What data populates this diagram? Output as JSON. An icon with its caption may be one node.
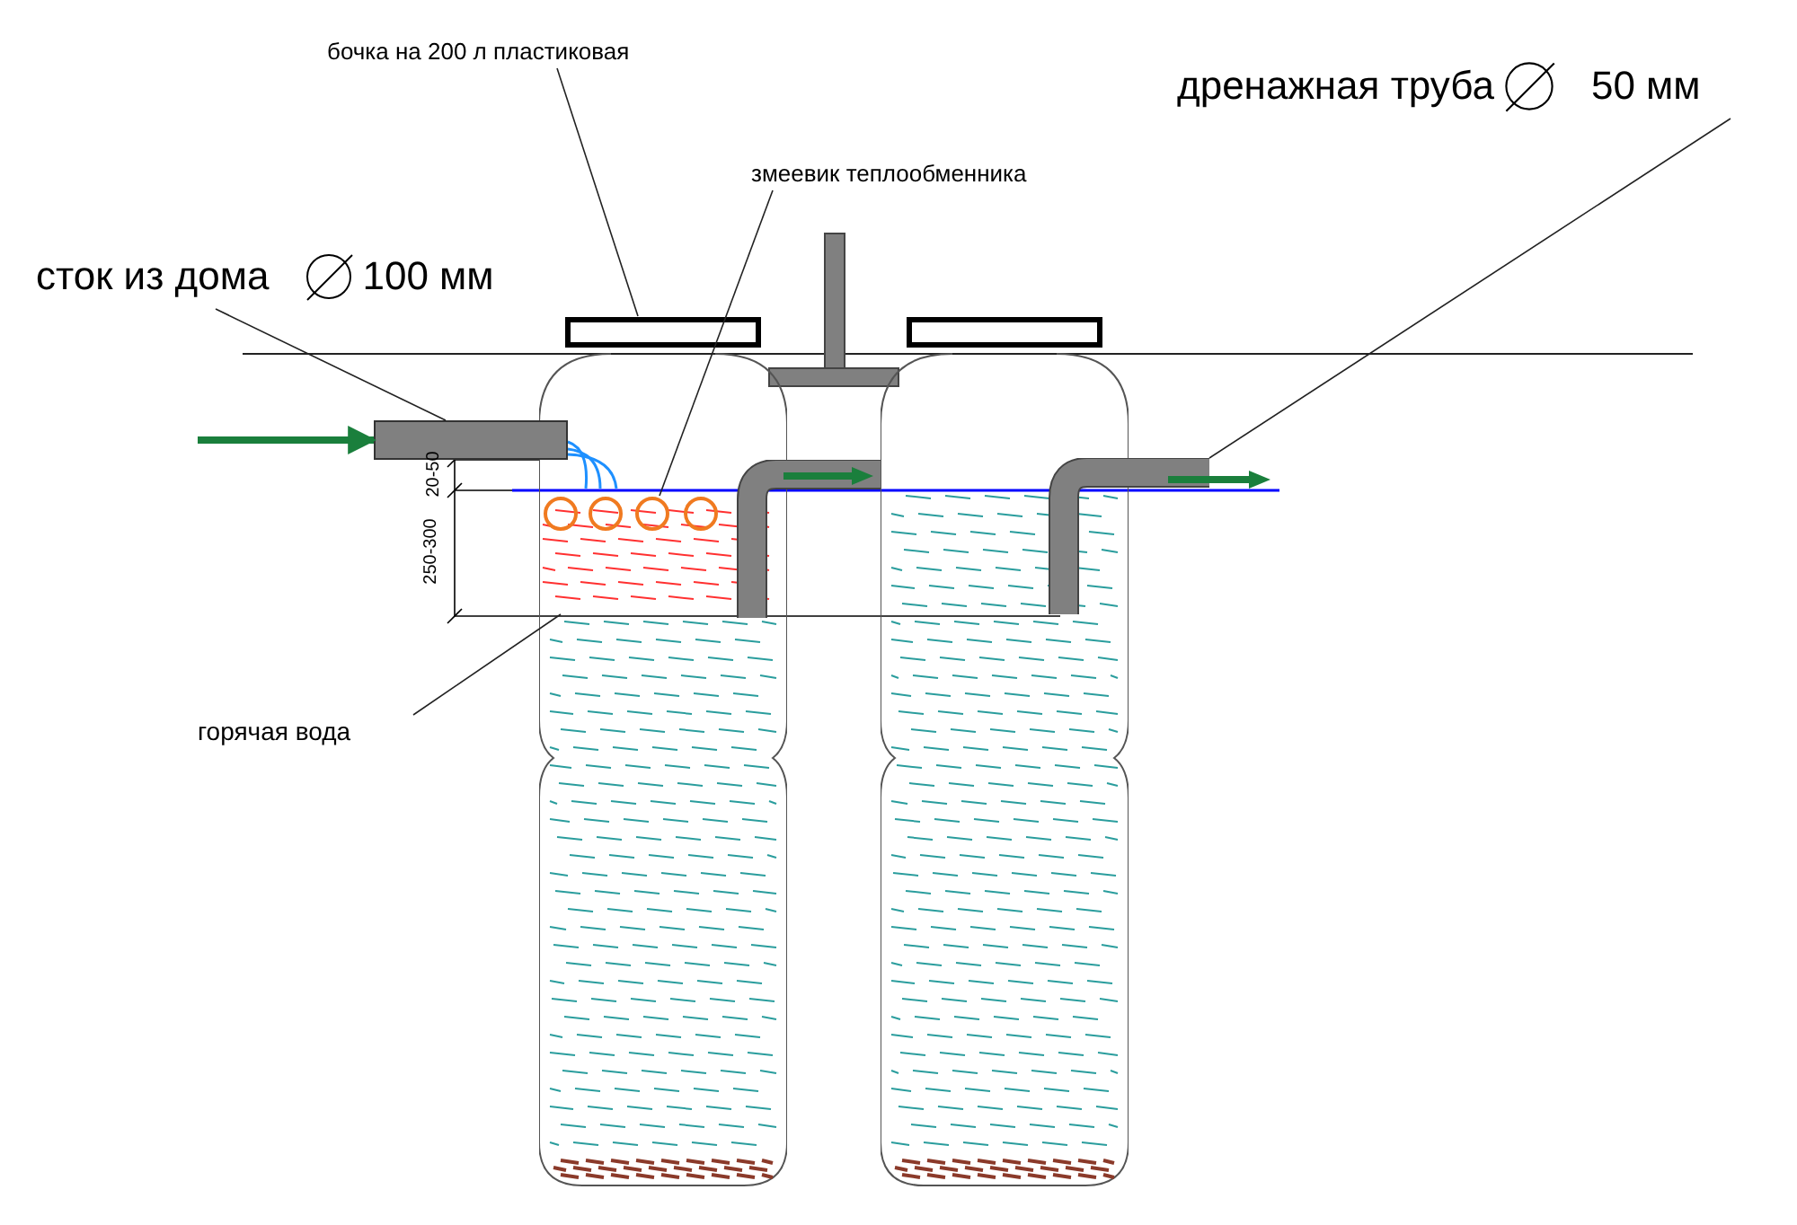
{
  "diagram": {
    "nodes": [
      {
        "text": [
          "бочка на 200 л пластиковая"
        ]
      },
      {
        "text": [
          "змеевик теплообменника"
        ]
      },
      {
        "text": [
          "сток из дома",
          "100 мм"
        ]
      },
      {
        "text": [
          "дренажная труба",
          "50 мм"
        ]
      },
      {
        "text": [
          "горячая вода"
        ]
      },
      {
        "text": [],
        "shape": "cylinder"
      },
      {
        "text": [],
        "shape": "picture",
        "in": 5
      },
      {
        "text": [],
        "shape": "box",
        "in": 5
      },
      {
        "text": [],
        "shape": "cylinder"
      },
      {
        "text": [],
        "shape": "bar"
      },
      {
        "text": [],
        "shape": "bar"
      },
      {
        "text": [],
        "shape": "bar"
      }
    ],
    "edges": [
      {
        "from": 0,
        "to": 5,
        "arrow": "none"
      },
      {
        "from": 1,
        "to": 6,
        "arrow": "none"
      },
      {
        "from": 2,
        "to": 9,
        "arrow": "none"
      },
      {
        "from": 3,
        "to": 11,
        "arrow": "none"
      },
      {
        "from": 4,
        "to": 7,
        "arrow": "none"
      },
      {
        "from": null,
        "to": 9,
        "arrow": "to",
        "style": "thick",
        "color": "#1a7f3c"
      }
    ],
    "labels": [
      "20-50",
      "250-300"
    ]
  }
}
